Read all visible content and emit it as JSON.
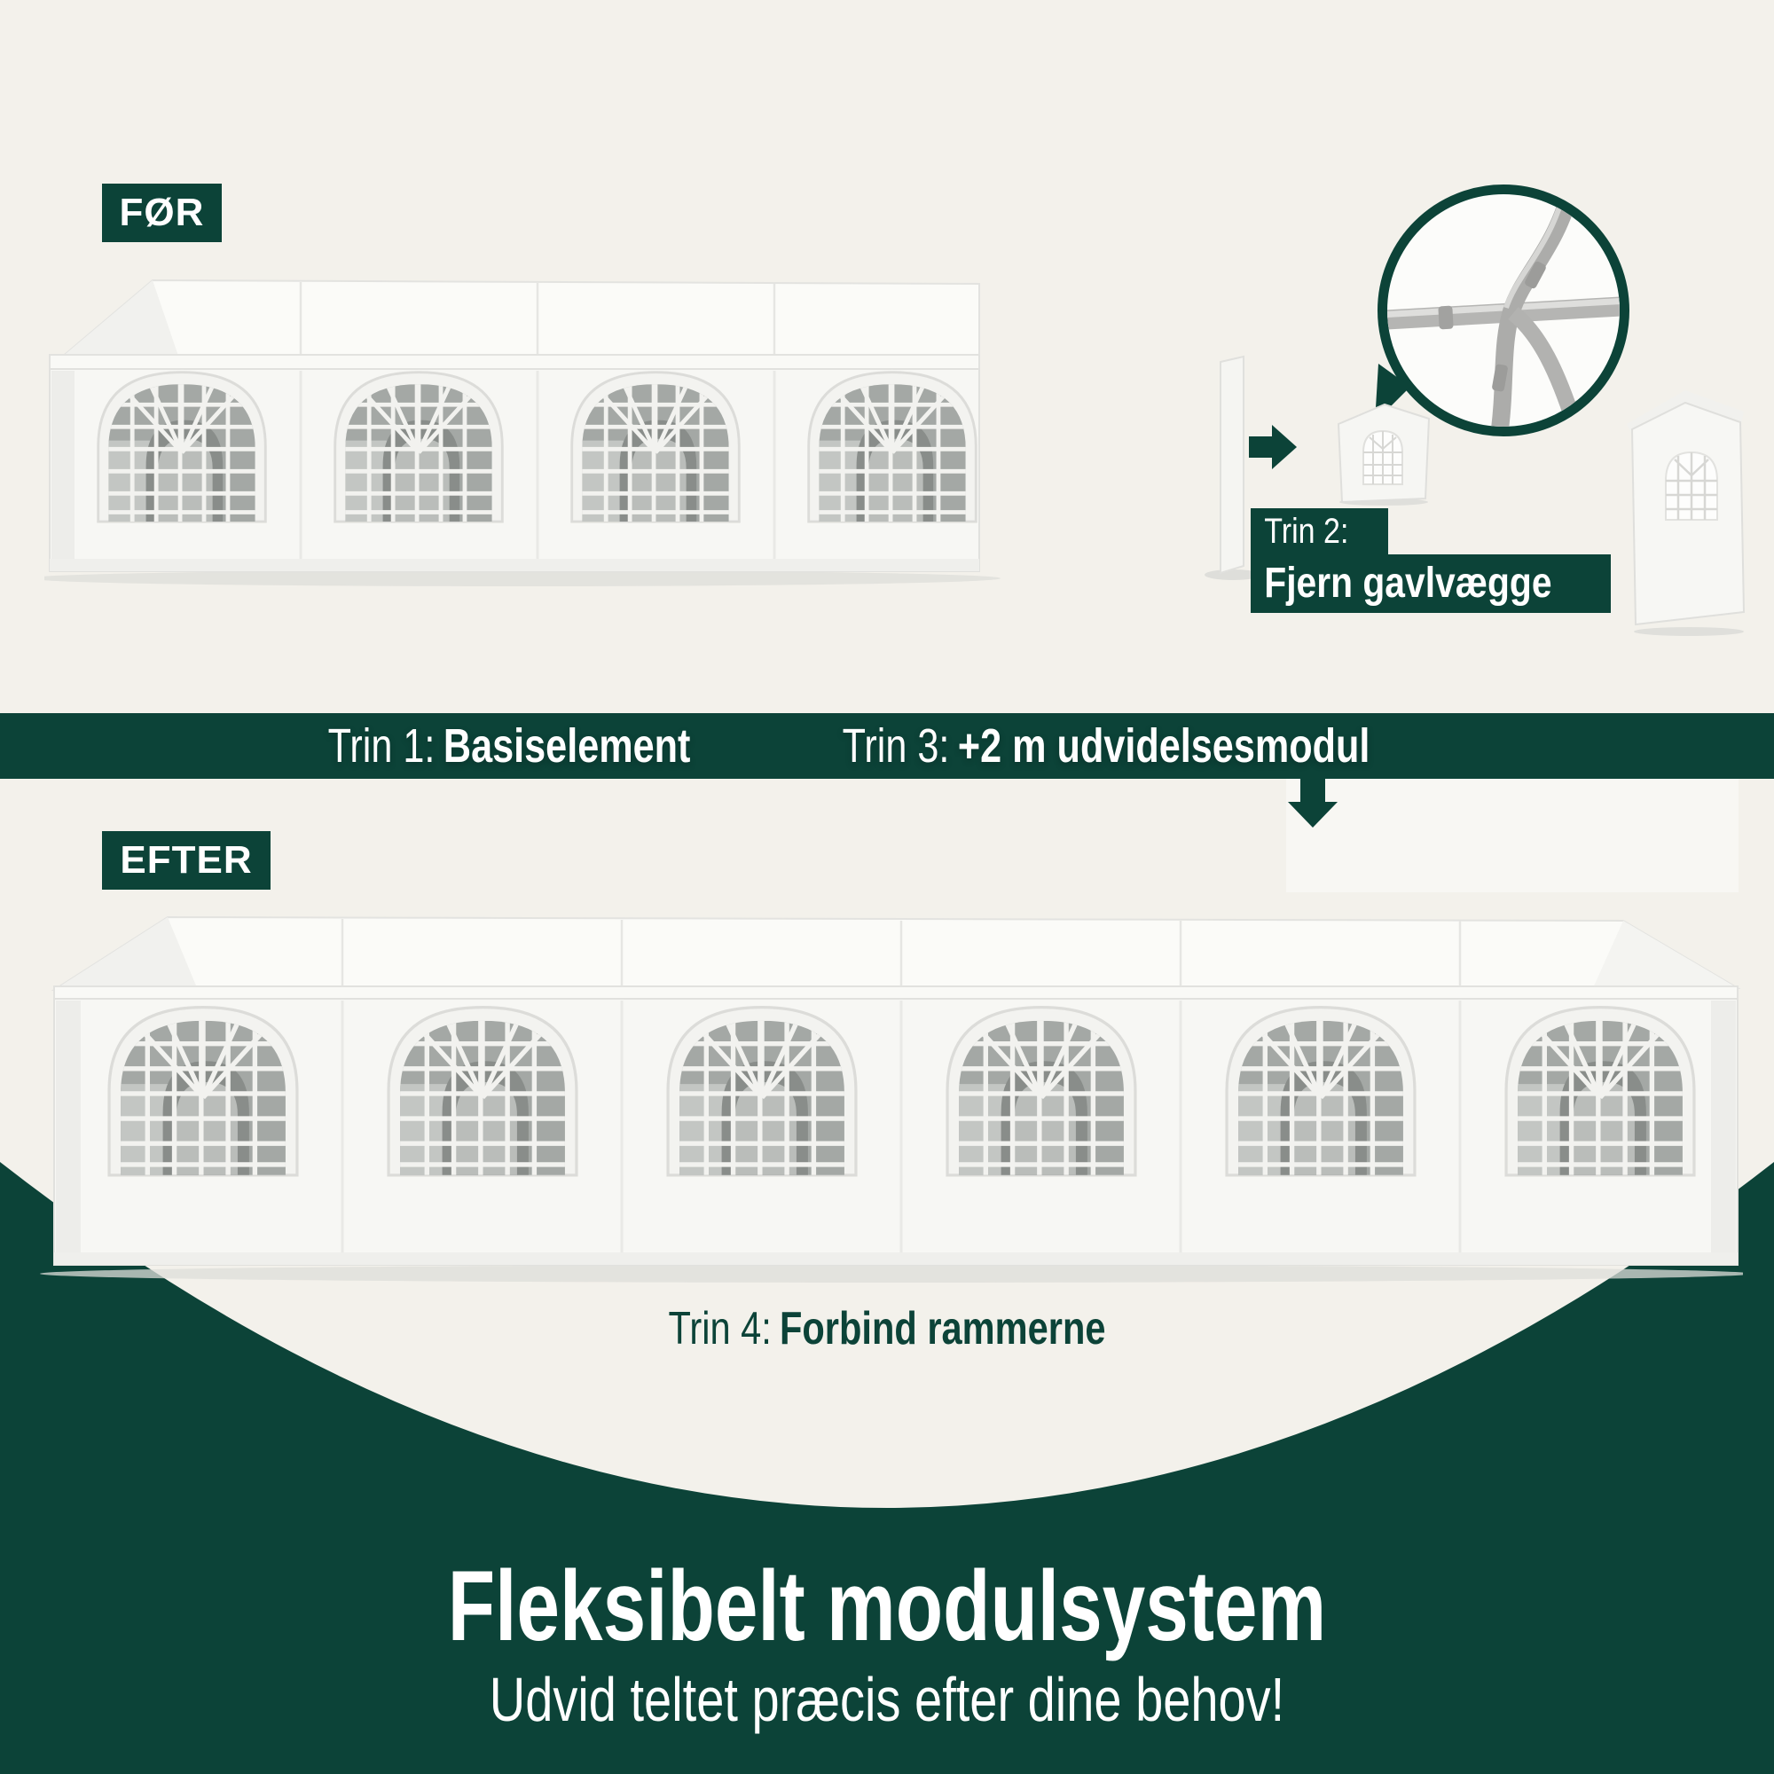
{
  "colors": {
    "brand_green": "#0C4338",
    "background": "#F3F1EB",
    "text_light": "#FFFFFF"
  },
  "before_section": {
    "badge": "FØR",
    "tent_modules": 4,
    "zoom_detail": "pipe-joint"
  },
  "after_section": {
    "badge": "EFTER",
    "tent_modules": 6
  },
  "steps": {
    "step1": {
      "prefix": "Trin 1:",
      "label": "Basiselement"
    },
    "step2": {
      "prefix": "Trin 2:",
      "label": "Fjern gavlvægge"
    },
    "step3": {
      "prefix": "Trin 3:",
      "label": "+2 m udvidelsesmodul"
    },
    "step4": {
      "prefix": "Trin 4:",
      "label": "Forbind rammerne"
    }
  },
  "footer": {
    "title": "Fleksibelt modulsystem",
    "subtitle": "Udvid teltet præcis efter dine behov!"
  }
}
